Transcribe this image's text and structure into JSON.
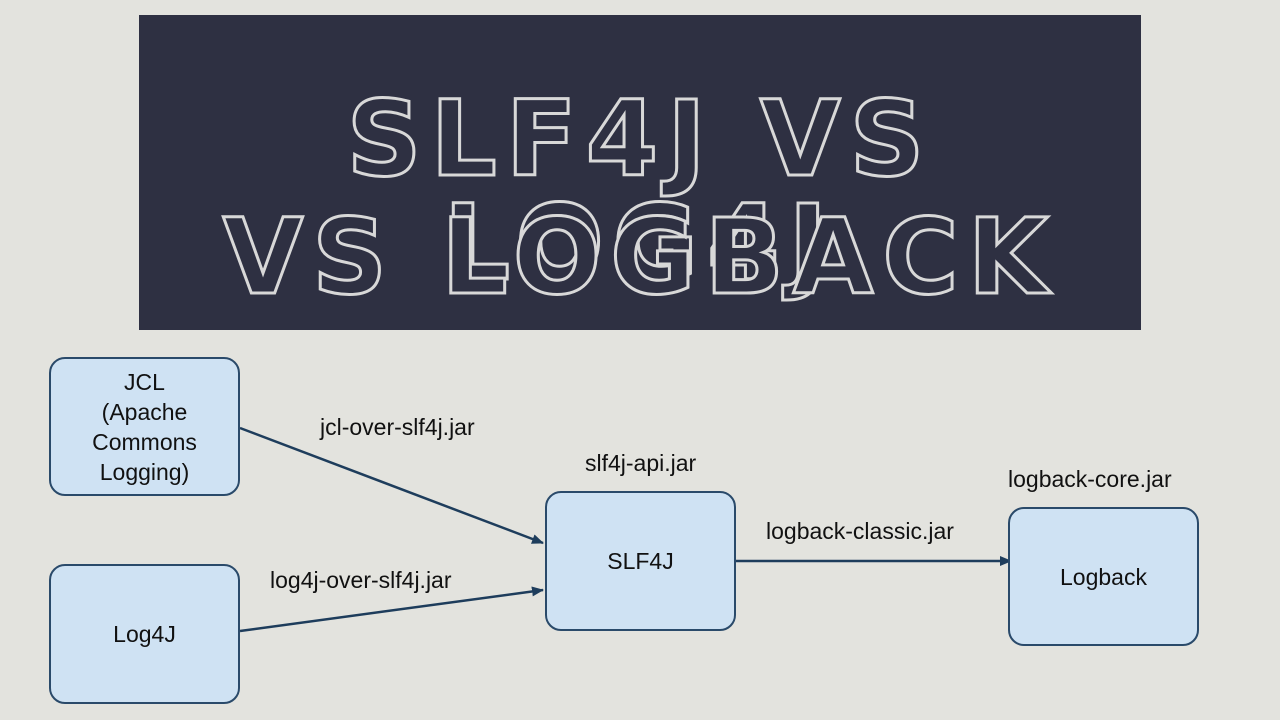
{
  "banner": {
    "line1": "SLF4J VS LOG4J",
    "line2": "VS LOGBACK",
    "background": "#2e3042",
    "text_color": "#d8d8d8"
  },
  "diagram": {
    "nodes": {
      "jcl": "JCL\n(Apache\nCommons\nLogging)",
      "log4j": "Log4J",
      "slf4j": "SLF4J",
      "logback": "Logback"
    },
    "labels": {
      "slf4j_api": "slf4j-api.jar",
      "logback_core": "logback-core.jar"
    },
    "edges": {
      "jcl_over_slf4j": "jcl-over-slf4j.jar",
      "log4j_over_slf4j": "log4j-over-slf4j.jar",
      "logback_classic": "logback-classic.jar"
    },
    "colors": {
      "node_fill": "#cfe2f3",
      "node_border": "#2a4a6a",
      "arrow": "#1e3d5c",
      "background": "#e3e3de"
    }
  }
}
